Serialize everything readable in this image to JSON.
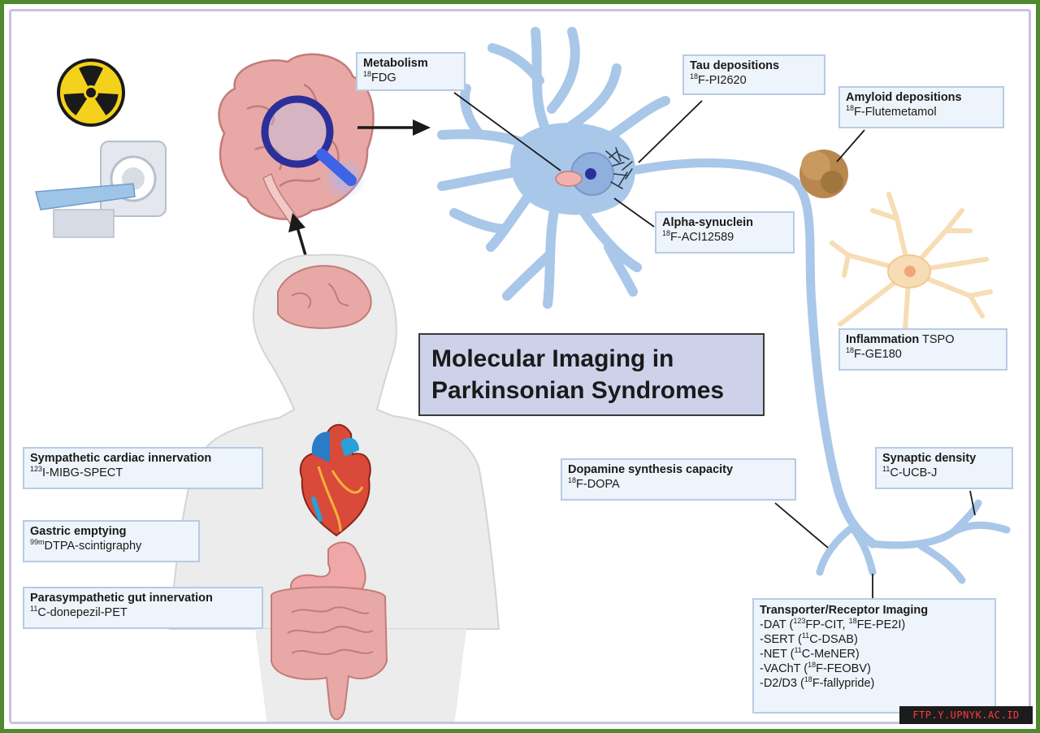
{
  "title": {
    "line1": "Molecular Imaging in",
    "line2": "Parkinsonian Syndromes"
  },
  "boxes": {
    "metabolism": {
      "label": "Metabolism",
      "iso": "18",
      "tracer": "FDG"
    },
    "tau": {
      "label": "Tau depositions",
      "iso": "18",
      "tracer": "F-PI2620"
    },
    "amyloid": {
      "label": "Amyloid depositions",
      "iso": "18",
      "tracer": "F-Flutemetamol"
    },
    "alpha": {
      "label": "Alpha-synuclein",
      "iso": "18",
      "tracer": "F-ACI12589"
    },
    "inflammation": {
      "label": "Inflammation",
      "target": " TSPO",
      "iso": "18",
      "tracer": "F-GE180"
    },
    "dopamine": {
      "label": "Dopamine synthesis capacity",
      "iso": "18",
      "tracer": "F-DOPA"
    },
    "synaptic": {
      "label": "Synaptic density",
      "iso": "11",
      "tracer": "C-UCB-J"
    },
    "cardiac": {
      "label": "Sympathetic cardiac innervation",
      "iso": "123",
      "tracer": "I-MIBG-SPECT"
    },
    "gastric": {
      "label": "Gastric emptying",
      "iso": "99m",
      "tracer": "DTPA-scintigraphy"
    },
    "gut": {
      "label": "Parasympathetic gut innervation",
      "iso": "11",
      "tracer": "C-donepezil-PET"
    },
    "transporter": {
      "label": "Transporter/Receptor Imaging",
      "items": [
        {
          "pre": "-DAT (",
          "iso": "123",
          "mid": "FP-CIT, ",
          "iso2": "18",
          "post": "FE-PE2I)"
        },
        {
          "pre": "-SERT (",
          "iso": "11",
          "post": "C-DSAB)"
        },
        {
          "pre": "-NET (",
          "iso": "11",
          "post": "C-MeNER)"
        },
        {
          "pre": "-VAChT (",
          "iso": "18",
          "post": "F-FEOBV)"
        },
        {
          "pre": "-D2/D3 (",
          "iso": "18",
          "post": "F-fallypride)"
        }
      ]
    }
  },
  "watermark": "FTP.Y.UPNYK.AC.ID",
  "colors": {
    "frame": "#4f8a2e",
    "inner_border": "#c9c3df",
    "box_fill": "#eef4fb",
    "box_border": "#b8cbe3",
    "title_fill": "#cdd2ea",
    "neuron": "#a9c7e8",
    "neuron_outline": "#6f9ccb",
    "brain": "#e8a9a6",
    "body": "#ececec",
    "astrocyte": "#f6ddb5"
  },
  "icons": [
    "radiation-icon",
    "pet-scanner-icon",
    "brain-magnifier-icon",
    "neuron-icon",
    "amyloid-plaque-icon",
    "astrocyte-icon",
    "human-body-icon",
    "heart-icon",
    "stomach-icon",
    "intestine-icon"
  ]
}
